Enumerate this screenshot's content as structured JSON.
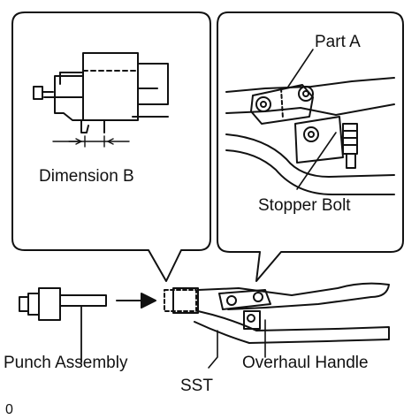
{
  "labels": {
    "dimension_b": "Dimension B",
    "part_a": "Part A",
    "stopper_bolt": "Stopper Bolt",
    "punch_assembly": "Punch Assembly",
    "overhaul_handle": "Overhaul Handle",
    "sst": "SST",
    "figure_code": "0"
  },
  "colors": {
    "ink": "#111111",
    "paper": "#ffffff"
  },
  "icons": {
    "arrow": "right-arrow-icon"
  }
}
